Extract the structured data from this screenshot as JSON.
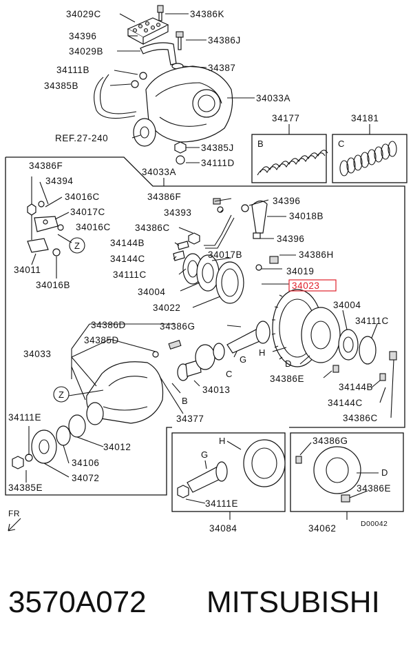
{
  "labels": {
    "l_34029C": "34029C",
    "l_34386K": "34386K",
    "l_34396a": "34396",
    "l_34386J": "34386J",
    "l_34029B": "34029B",
    "l_34111B": "34111B",
    "l_34387": "34387",
    "l_34385B": "34385B",
    "l_34033A_top": "34033A",
    "l_ref": "REF.27-240",
    "l_34385J": "34385J",
    "l_34111D": "34111D",
    "l_34177": "34177",
    "l_34181": "34181",
    "l_box_B": "B",
    "l_box_C": "C",
    "l_34386F_a": "34386F",
    "l_34033A_b": "34033A",
    "l_34394": "34394",
    "l_34016C_a": "34016C",
    "l_34017C": "34017C",
    "l_34016C_b": "34016C",
    "l_Z1": "Z",
    "l_34011": "34011",
    "l_34016B": "34016B",
    "l_34386F_b": "34386F",
    "l_34393": "34393",
    "l_34396b": "34396",
    "l_34018B": "34018B",
    "l_34386C_a": "34386C",
    "l_34144B_a": "34144B",
    "l_34396c": "34396",
    "l_34144C_a": "34144C",
    "l_34017B": "34017B",
    "l_34386H": "34386H",
    "l_34111C_a": "34111C",
    "l_34019": "34019",
    "l_34004_a": "34004",
    "l_34023": "34023",
    "l_34022": "34022",
    "l_34004_b": "34004",
    "l_34386D": "34386D",
    "l_34386G_a": "34386G",
    "l_34111C_b": "34111C",
    "l_34385D": "34385D",
    "l_H1": "H",
    "l_G1": "G",
    "l_D1": "D",
    "l_34033": "34033",
    "l_C1": "C",
    "l_34386E_a": "34386E",
    "l_34144B_b": "34144B",
    "l_Z2": "Z",
    "l_B1": "B",
    "l_34013": "34013",
    "l_34144C_b": "34144C",
    "l_34377": "34377",
    "l_34386C_b": "34386C",
    "l_34111E_a": "34111E",
    "l_34012": "34012",
    "l_34106": "34106",
    "l_34072": "34072",
    "l_34385E": "34385E",
    "l_H2": "H",
    "l_G2": "G",
    "l_34386G_b": "34386G",
    "l_D2": "D",
    "l_34386E_b": "34386E",
    "l_34111E_b": "34111E",
    "l_fr": "FR",
    "l_34084": "34084",
    "l_34062": "34062",
    "l_D00042": "D00042"
  },
  "footer": {
    "part_number": "3570A072",
    "brand": "MITSUBISHI"
  },
  "colors": {
    "highlight": "#e0202a",
    "line": "#111111"
  }
}
